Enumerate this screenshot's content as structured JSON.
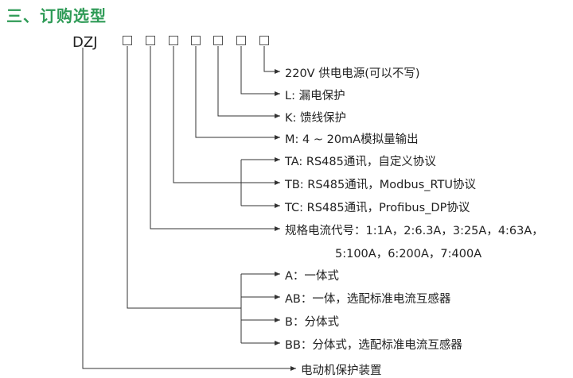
{
  "title": "三、订购选型",
  "prefix": "DZJ",
  "labels": {
    "power": "220V 供电电源(可以不写)",
    "leak": "L: 漏电保护",
    "feeder": "K: 馈线保护",
    "analog": "M: 4 ~ 20mA模拟量输出",
    "ta": "TA: RS485通讯，自定义协议",
    "tb": "TB: RS485通讯，Modbus_RTU协议",
    "tc": "TC: RS485通讯，Profibus_DP协议",
    "spec1": "规格电流代号：1:1A，2:6.3A，3:25A，4:63A，",
    "spec2": "5:100A，6:200A，7:400A",
    "a": "A：一体式",
    "ab": "AB：一体，选配标准电流互感器",
    "b": "B：分体式",
    "bb": "BB：分体式，选配标准电流互感器",
    "motor": "电动机保护装置"
  }
}
